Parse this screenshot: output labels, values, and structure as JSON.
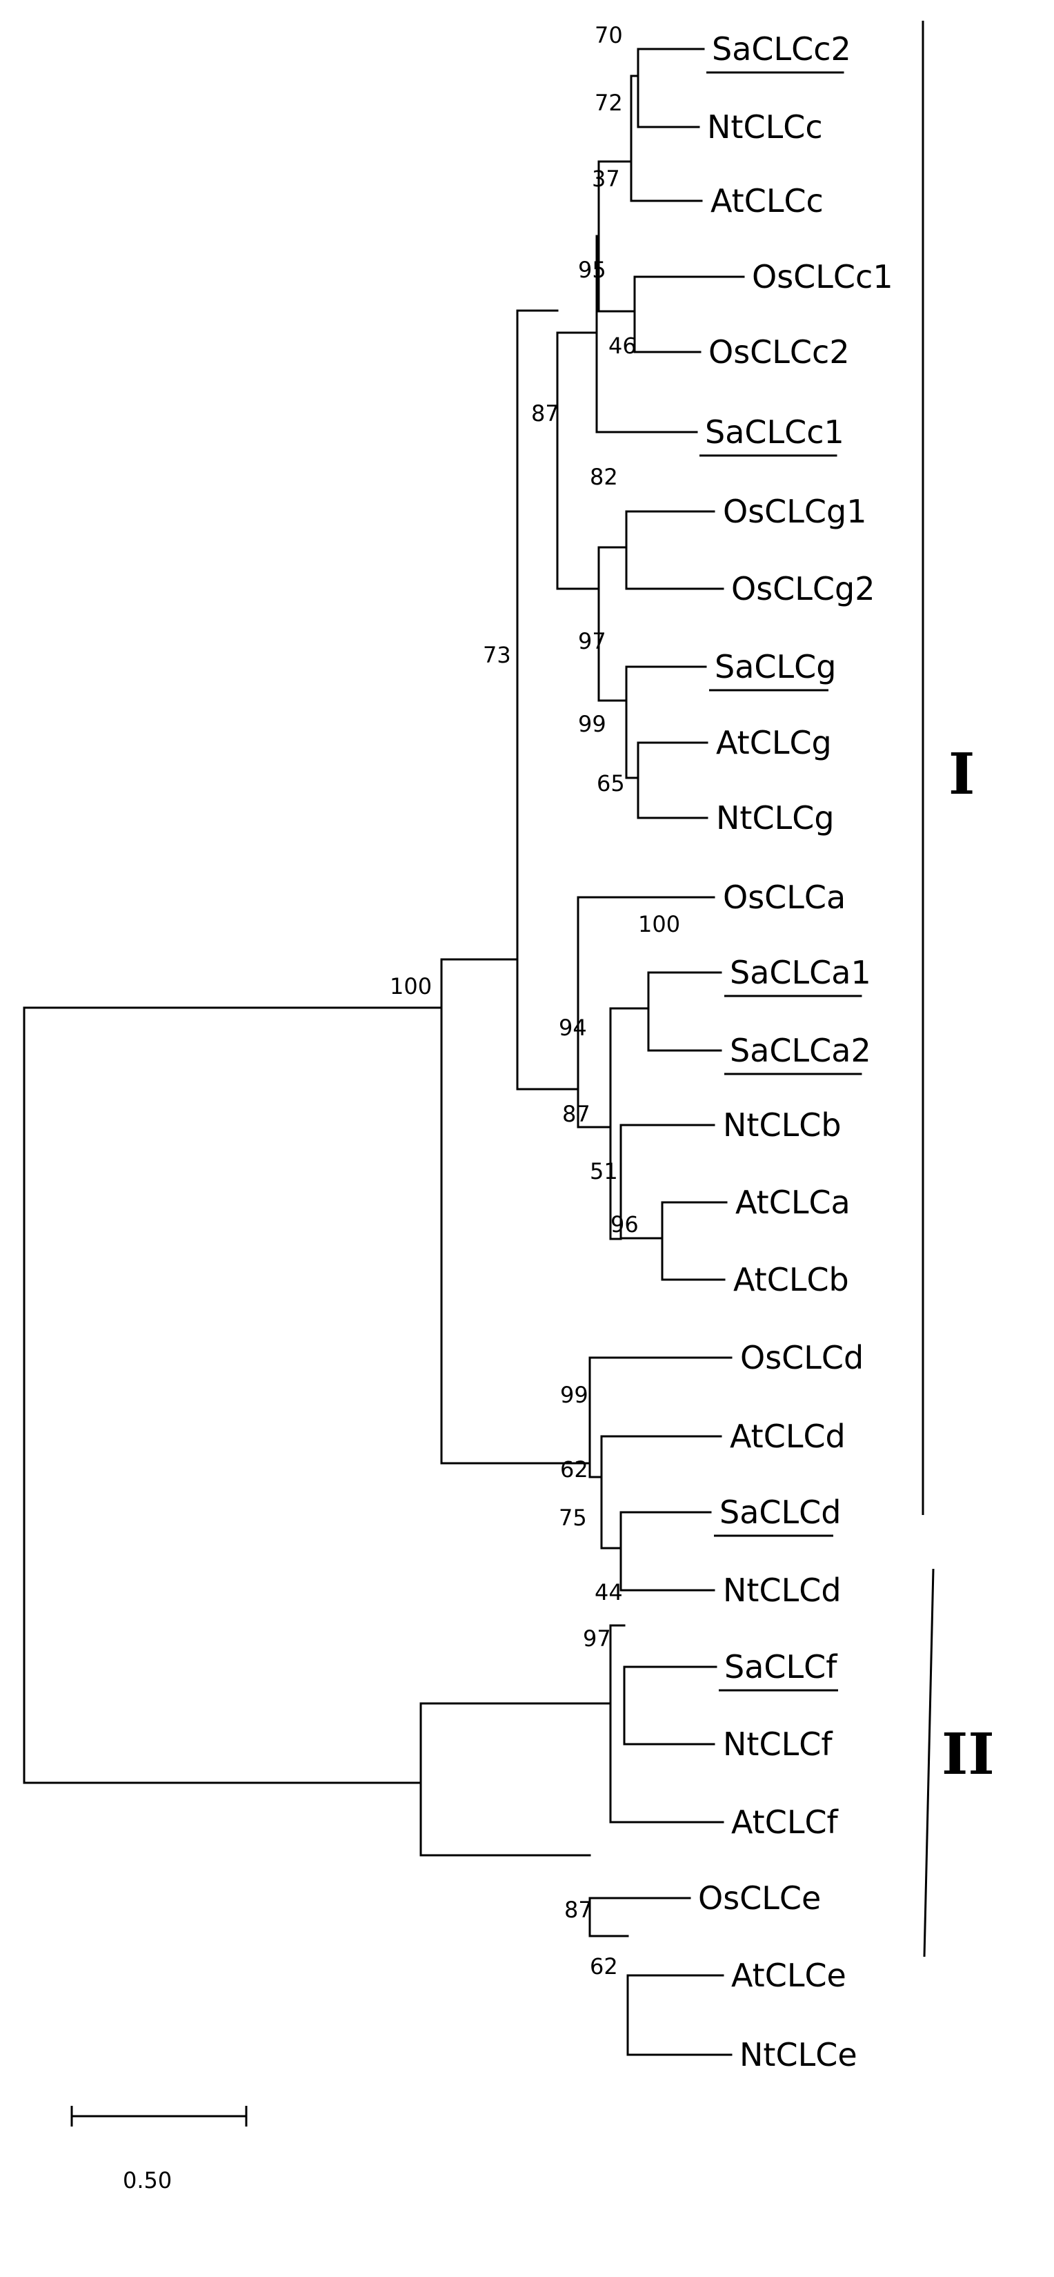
{
  "tree": {
    "taxa": [
      {
        "name": "SaCLCc2",
        "underlined": true
      },
      {
        "name": "NtCLCc",
        "underlined": false
      },
      {
        "name": "AtCLCc",
        "underlined": false
      },
      {
        "name": "OsCLCc1",
        "underlined": false
      },
      {
        "name": "OsCLCc2",
        "underlined": false
      },
      {
        "name": "SaCLCc1",
        "underlined": true
      },
      {
        "name": "OsCLCg1",
        "underlined": false
      },
      {
        "name": "OsCLCg2",
        "underlined": false
      },
      {
        "name": "SaCLCg",
        "underlined": true
      },
      {
        "name": "AtCLCg",
        "underlined": false
      },
      {
        "name": "NtCLCg",
        "underlined": false
      },
      {
        "name": "OsCLCa",
        "underlined": false
      },
      {
        "name": "SaCLCa1",
        "underlined": true
      },
      {
        "name": "SaCLCa2",
        "underlined": true
      },
      {
        "name": "NtCLCb",
        "underlined": false
      },
      {
        "name": "AtCLCa",
        "underlined": false
      },
      {
        "name": "AtCLCb",
        "underlined": false
      },
      {
        "name": "OsCLCd",
        "underlined": false
      },
      {
        "name": "AtCLCd",
        "underlined": false
      },
      {
        "name": "SaCLCd",
        "underlined": true
      },
      {
        "name": "NtCLCd",
        "underlined": false
      },
      {
        "name": "SaCLCf",
        "underlined": true
      },
      {
        "name": "NtCLCf",
        "underlined": false
      },
      {
        "name": "AtCLCf",
        "underlined": false
      },
      {
        "name": "OsCLCe",
        "underlined": false
      },
      {
        "name": "AtCLCe",
        "underlined": false
      },
      {
        "name": "NtCLCe",
        "underlined": false
      }
    ],
    "bootstrap_values": [
      "70",
      "72",
      "37",
      "95",
      "46",
      "87",
      "82",
      "97",
      "99",
      "65",
      "73",
      "100",
      "94",
      "100",
      "87",
      "51",
      "96",
      "99",
      "62",
      "75",
      "44",
      "97",
      "87",
      "62"
    ],
    "clades": [
      {
        "label": "I"
      },
      {
        "label": "II"
      }
    ]
  },
  "scale": {
    "label": "0.50",
    "value": 0.5
  },
  "colors": {
    "line": "#000000",
    "background": "#ffffff"
  }
}
